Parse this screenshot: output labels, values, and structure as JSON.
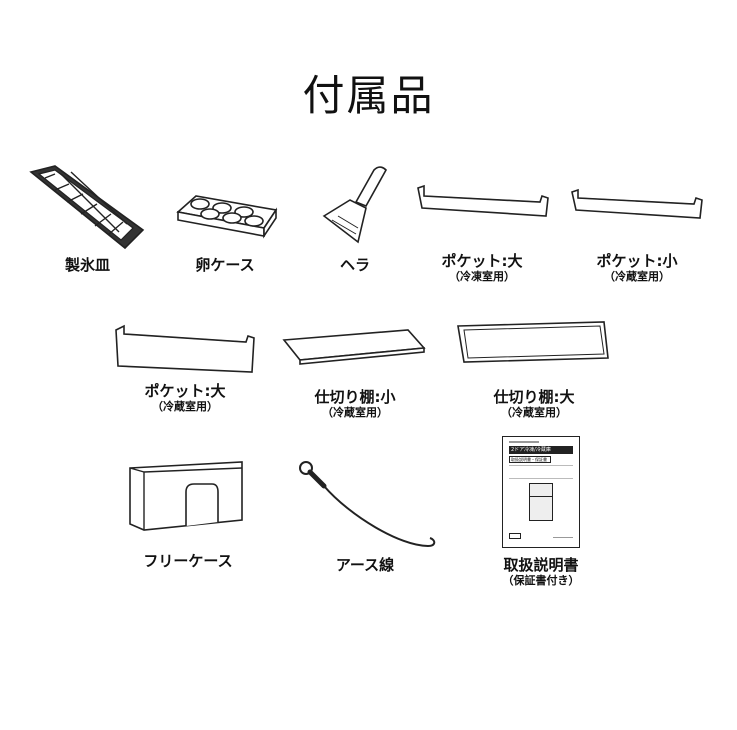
{
  "title": "付属品",
  "items": [
    {
      "name": "製氷皿",
      "sub": ""
    },
    {
      "name": "卵ケース",
      "sub": ""
    },
    {
      "name": "ヘラ",
      "sub": ""
    },
    {
      "name": "ポケット:大",
      "sub": "（冷凍室用）"
    },
    {
      "name": "ポケット:小",
      "sub": "（冷蔵室用）"
    },
    {
      "name": "ポケット:大",
      "sub": "（冷蔵室用）"
    },
    {
      "name": "仕切り棚:小",
      "sub": "（冷蔵室用）"
    },
    {
      "name": "仕切り棚:大",
      "sub": "（冷蔵室用）"
    },
    {
      "name": "フリーケース",
      "sub": ""
    },
    {
      "name": "アース線",
      "sub": ""
    },
    {
      "name": "取扱説明書",
      "sub": "（保証書付き）"
    }
  ],
  "manual": {
    "header": "2ドア冷凍/冷蔵庫",
    "band": "取扱説明書・保証書"
  }
}
